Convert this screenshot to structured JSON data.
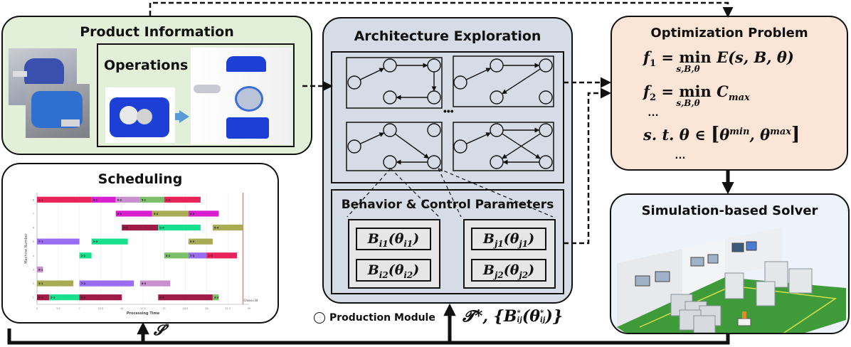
{
  "panels": {
    "product_information": {
      "title": "Product Information",
      "operations_label": "Operations",
      "colors": {
        "fill": "#e2f0d9"
      }
    },
    "scheduling": {
      "title": "Scheduling",
      "colors": {
        "fill": "#ffffff"
      }
    },
    "architecture_exploration": {
      "title": "Architecture Exploration",
      "ellipsis": "•••",
      "behavior_title": "Behavior & Control Parameters",
      "behavior_groups": [
        {
          "items": [
            "B_i1(θ_i1)",
            "B_i2(θ_i2)"
          ],
          "display": [
            [
              "B",
              "i1",
              "θ",
              "i1"
            ],
            [
              "B",
              "i2",
              "θ",
              "i2"
            ]
          ]
        },
        {
          "items": [
            "B_j1(θ_j1)",
            "B_j2(θ_j2)"
          ],
          "display": [
            [
              "B",
              "j1",
              "θ",
              "j1"
            ],
            [
              "B",
              "j2",
              "θ",
              "j2"
            ]
          ]
        }
      ],
      "colors": {
        "fill": "#d6dce5",
        "inner_fill": "#e6e6e6"
      }
    },
    "optimization_problem": {
      "title": "Optimization Problem",
      "f1_lhs": "f",
      "f1_sub": "1",
      "f2_sub": "2",
      "min_label": "min",
      "min_sub": "s,B,θ",
      "f1_rhs": "E(s, B, θ)",
      "f2_rhs_main": "C",
      "f2_rhs_sub": "max",
      "ellipsis1": "…",
      "st_prefix": "s. t.",
      "st_theta": "θ ∈ ",
      "st_lower": "θ",
      "st_lower_sup": "min",
      "st_upper": "θ",
      "st_upper_sup": "max",
      "ellipsis2": "…",
      "colors": {
        "fill": "#fbe5d6"
      }
    },
    "simulation_solver": {
      "title": "Simulation-based Solver",
      "colors": {
        "fill": "#eef3fb",
        "floor": "#3f9a3a"
      }
    }
  },
  "legend": {
    "production_module_label": "Production Module"
  },
  "feedback": {
    "schedule_symbol": "𝓢",
    "schedule_sup": "*",
    "topology_label_a": "𝓣",
    "topology_label_b": "*, {",
    "topology_B": "B",
    "topology_B_sup": "*",
    "topology_B_sub": "ij",
    "topology_theta": "θ",
    "topology_theta_sup": "*",
    "topology_theta_sub": "ij",
    "topology_close": ")}"
  },
  "chart_data": {
    "type": "gantt",
    "title": "",
    "xlabel": "Processing Time",
    "ylabel": "Machine Number",
    "xlim": [
      0,
      35
    ],
    "x_ticks": [
      "0",
      "3.5",
      "7",
      "10.5",
      "14",
      "17.5",
      "21",
      "24.5",
      "28",
      "31.5",
      "35"
    ],
    "y_ticks": [
      "1",
      "2",
      "3",
      "4",
      "5",
      "6",
      "7",
      "8"
    ],
    "cmax_label": "Cmax=34",
    "cmax": 34,
    "grid": true,
    "bars": [
      {
        "machine": 8,
        "label": "1-1",
        "start": 0,
        "end": 9,
        "color": "#e8245a"
      },
      {
        "machine": 8,
        "label": "4-1",
        "start": 9,
        "end": 13,
        "color": "#d81fd0"
      },
      {
        "machine": 8,
        "label": "6-2",
        "start": 13,
        "end": 17,
        "color": "#c98fcf"
      },
      {
        "machine": 8,
        "label": "5-1",
        "start": 17,
        "end": 21,
        "color": "#7cc06a"
      },
      {
        "machine": 8,
        "label": "1-2",
        "start": 21,
        "end": 27,
        "color": "#e8245a"
      },
      {
        "machine": 7,
        "label": "4-2",
        "start": 13,
        "end": 19,
        "color": "#d81fd0"
      },
      {
        "machine": 7,
        "label": "5-2",
        "start": 19,
        "end": 25,
        "color": "#a8ad55"
      },
      {
        "machine": 7,
        "label": "4-3",
        "start": 25,
        "end": 30,
        "color": "#d81fd0"
      },
      {
        "machine": 6,
        "label": "8-2",
        "start": 14,
        "end": 20,
        "color": "#a01c48"
      },
      {
        "machine": 6,
        "label": "2-4",
        "start": 20,
        "end": 27,
        "color": "#19e08c"
      },
      {
        "machine": 6,
        "label": "5-4",
        "start": 29,
        "end": 34,
        "color": "#a8ad55"
      },
      {
        "machine": 5,
        "label": "7-1",
        "start": 0,
        "end": 7,
        "color": "#9a6cf0"
      },
      {
        "machine": 5,
        "label": "2-3",
        "start": 9,
        "end": 15,
        "color": "#19e08c"
      },
      {
        "machine": 5,
        "label": "5-3",
        "start": 25,
        "end": 29,
        "color": "#a8ad55"
      },
      {
        "machine": 4,
        "label": "2-2",
        "start": 7,
        "end": 9,
        "color": "#19e08c"
      },
      {
        "machine": 4,
        "label": "3-2",
        "start": 21,
        "end": 25,
        "color": "#7cc06a"
      },
      {
        "machine": 4,
        "label": "7-3",
        "start": 25,
        "end": 28,
        "color": "#9a6cf0"
      },
      {
        "machine": 4,
        "label": "1-3",
        "start": 28,
        "end": 33,
        "color": "#e8245a"
      },
      {
        "machine": 3,
        "label": "6-1",
        "start": 0,
        "end": 1,
        "color": "#c98fcf"
      },
      {
        "machine": 2,
        "label": "3-1",
        "start": 0,
        "end": 6,
        "color": "#a8ad55"
      },
      {
        "machine": 2,
        "label": "7-2",
        "start": 7,
        "end": 16,
        "color": "#9a6cf0"
      },
      {
        "machine": 2,
        "label": "6-3",
        "start": 17,
        "end": 22,
        "color": "#c98fcf"
      },
      {
        "machine": 1,
        "label": "8-1",
        "start": 0,
        "end": 2,
        "color": "#a01c48"
      },
      {
        "machine": 1,
        "label": "2-1",
        "start": 2,
        "end": 7,
        "color": "#19e08c"
      },
      {
        "machine": 1,
        "label": "8-3",
        "start": 7,
        "end": 14,
        "color": "#a01c48"
      },
      {
        "machine": 1,
        "label": "8-4",
        "start": 20,
        "end": 29,
        "color": "#a01c48"
      },
      {
        "machine": 1,
        "label": "3-3",
        "start": 29,
        "end": 30,
        "color": "#7cc06a"
      }
    ]
  }
}
